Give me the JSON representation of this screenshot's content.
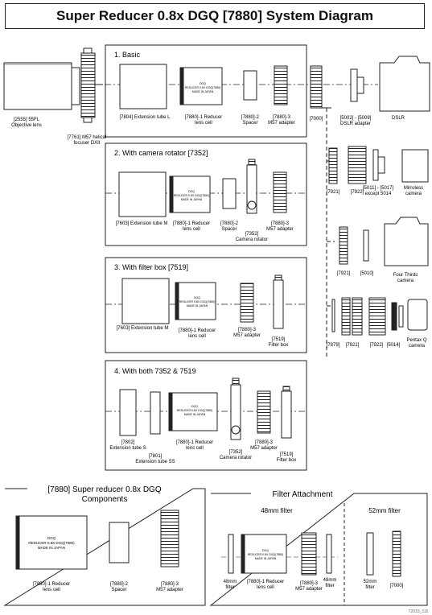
{
  "title": "Super Reducer 0.8x DGQ [7880] System Diagram",
  "footer_code": "T2015_115",
  "left_items": {
    "objective": "[2555] 55FL",
    "objective2": "Objective lens",
    "focuser": "[7761] M57 helical",
    "focuser2": "focuser DXII"
  },
  "sections": {
    "basic": {
      "title": "1. Basic",
      "ext": "[7804] Extension tube L",
      "cell": "[7880]-1 Reducer",
      "cell2": "lens cell",
      "spacer": "[7880]-2",
      "spacer2": "Spacer",
      "adapter": "[7880]-3",
      "adapter2": "M57 adapter"
    },
    "rotator": {
      "title": "2. With camera rotator [7352]",
      "ext": "[7603] Extension tube M",
      "cell": "[7880]-1 Reducer",
      "cell2": "lens cell",
      "spacer": "[7880]-2",
      "spacer2": "Spacer",
      "rot": "[7352]",
      "rot2": "Camera rotator",
      "adapter": "[7880]-3",
      "adapter2": "M57 adapter"
    },
    "filter": {
      "title": "3. With filter box [7519]",
      "ext": "[7603] Extension tube M",
      "cell": "[7880]-1 Reducer",
      "cell2": "lens cell",
      "adapter": "[7880]-3",
      "adapter2": "M57 adapter",
      "fb": "[7519]",
      "fb2": "Filter box"
    },
    "both": {
      "title": "4. With both 7352 & 7519",
      "ext_s": "[7802]",
      "ext_s2": "Extension tube S",
      "ext_ss": "[7801]",
      "ext_ss2": "Extension tube SS",
      "cell": "[7880]-1 Reducer",
      "cell2": "lens cell",
      "rot": "[7352]",
      "rot2": "Camera rotator",
      "adapter": "[7880]-3",
      "adapter2": "M57 adapter",
      "fb": "[7519]",
      "fb2": "Filter box"
    }
  },
  "right_items": {
    "r7000": "[7000]",
    "dslr_adapter": "[5002] - [5009]",
    "dslr_adapter2": "DSLR adapter",
    "dslr": "DSLR",
    "m_7921": "[7921]",
    "m_7922": "[7922]",
    "m_5011": "[5011] - [5017]",
    "m_5011b": "except 5014",
    "mirrorless": "Mirroless",
    "mirrorless2": "camera",
    "ft_7921": "[7921]",
    "ft_5010": "[5010]",
    "four_thirds": "Four Thirds",
    "four_thirds2": "camera",
    "pq_7879": "[7879]",
    "pq_7921": "[7921]",
    "pq_7922": "[7922]",
    "pq_5014": "[5014]",
    "pentax": "Pentax Q",
    "pentax2": "camera"
  },
  "components": {
    "title": "[7880] Super reducer 0.8x DGQ",
    "title2": "Components",
    "cell": "[7880]-1 Reducer",
    "cell2": "lens cell",
    "spacer": "[7880]-2",
    "spacer2": "Spacer",
    "adapter": "[7880]-3",
    "adapter2": "M57 adapter"
  },
  "filter_attachment": {
    "title": "Filter Attachment",
    "sub48": "48mm filter",
    "sub52": "52mm filter",
    "f48a": "48mm",
    "f48a2": "filter",
    "cell": "[7880]-1 Reducer",
    "cell2": "lens cell",
    "adapter": "[7880]-3",
    "adapter2": "M57 adapter",
    "f48b": "48mm",
    "f48b2": "filter",
    "f52": "52mm",
    "f52b": "filter",
    "r7000": "[7000]"
  },
  "lens_engraving": {
    "l1": "DGQ",
    "l2": "REDUCER 0.8X DGQ(7880)",
    "l3": "MADE IN JAPAN"
  }
}
